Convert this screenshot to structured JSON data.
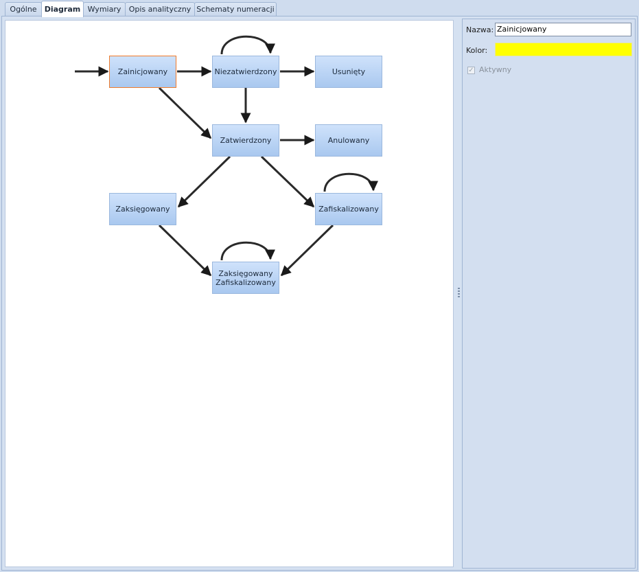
{
  "tabs": [
    {
      "label": "Ogólne",
      "active": false
    },
    {
      "label": "Diagram",
      "active": true
    },
    {
      "label": "Wymiary",
      "active": false
    },
    {
      "label": "Opis analityczny",
      "active": false
    },
    {
      "label": "Schematy numeracji",
      "active": false
    }
  ],
  "diagram": {
    "nodes": [
      {
        "id": "zainicjowany",
        "label": "Zainicjowany",
        "selected": true
      },
      {
        "id": "niezatwierdzony",
        "label": "Niezatwierdzony"
      },
      {
        "id": "usuniety",
        "label": "Usunięty"
      },
      {
        "id": "zatwierdzony",
        "label": "Zatwierdzony"
      },
      {
        "id": "anulowany",
        "label": "Anulowany"
      },
      {
        "id": "zaksiegowany",
        "label": "Zaksięgowany"
      },
      {
        "id": "zafiskalizowany",
        "label": "Zafiskalizowany"
      },
      {
        "id": "zaksiegowany-zafiskalizowany",
        "label": "Zaksięgowany\nZafiskalizowany"
      }
    ],
    "transitions": [
      {
        "from": "start",
        "to": "zainicjowany"
      },
      {
        "from": "zainicjowany",
        "to": "niezatwierdzony"
      },
      {
        "from": "niezatwierdzony",
        "to": "usuniety"
      },
      {
        "from": "niezatwierdzony",
        "to": "niezatwierdzony"
      },
      {
        "from": "niezatwierdzony",
        "to": "zatwierdzony"
      },
      {
        "from": "zainicjowany",
        "to": "zatwierdzony"
      },
      {
        "from": "zatwierdzony",
        "to": "anulowany"
      },
      {
        "from": "zatwierdzony",
        "to": "zaksiegowany"
      },
      {
        "from": "zatwierdzony",
        "to": "zafiskalizowany"
      },
      {
        "from": "zafiskalizowany",
        "to": "zafiskalizowany"
      },
      {
        "from": "zaksiegowany",
        "to": "zaksiegowany-zafiskalizowany"
      },
      {
        "from": "zafiskalizowany",
        "to": "zaksiegowany-zafiskalizowany"
      },
      {
        "from": "zaksiegowany-zafiskalizowany",
        "to": "zaksiegowany-zafiskalizowany"
      }
    ]
  },
  "properties": {
    "name_label": "Nazwa:",
    "name_value": "Zainicjowany",
    "color_label": "Kolor:",
    "color_value": "#ffff00",
    "active_label": "Aktywny",
    "active_checked": true,
    "active_enabled": false
  },
  "colors": {
    "selected_border": "#f07a2a",
    "node_fill": "#b6d0f2",
    "arrow": "#1a1a1a"
  }
}
